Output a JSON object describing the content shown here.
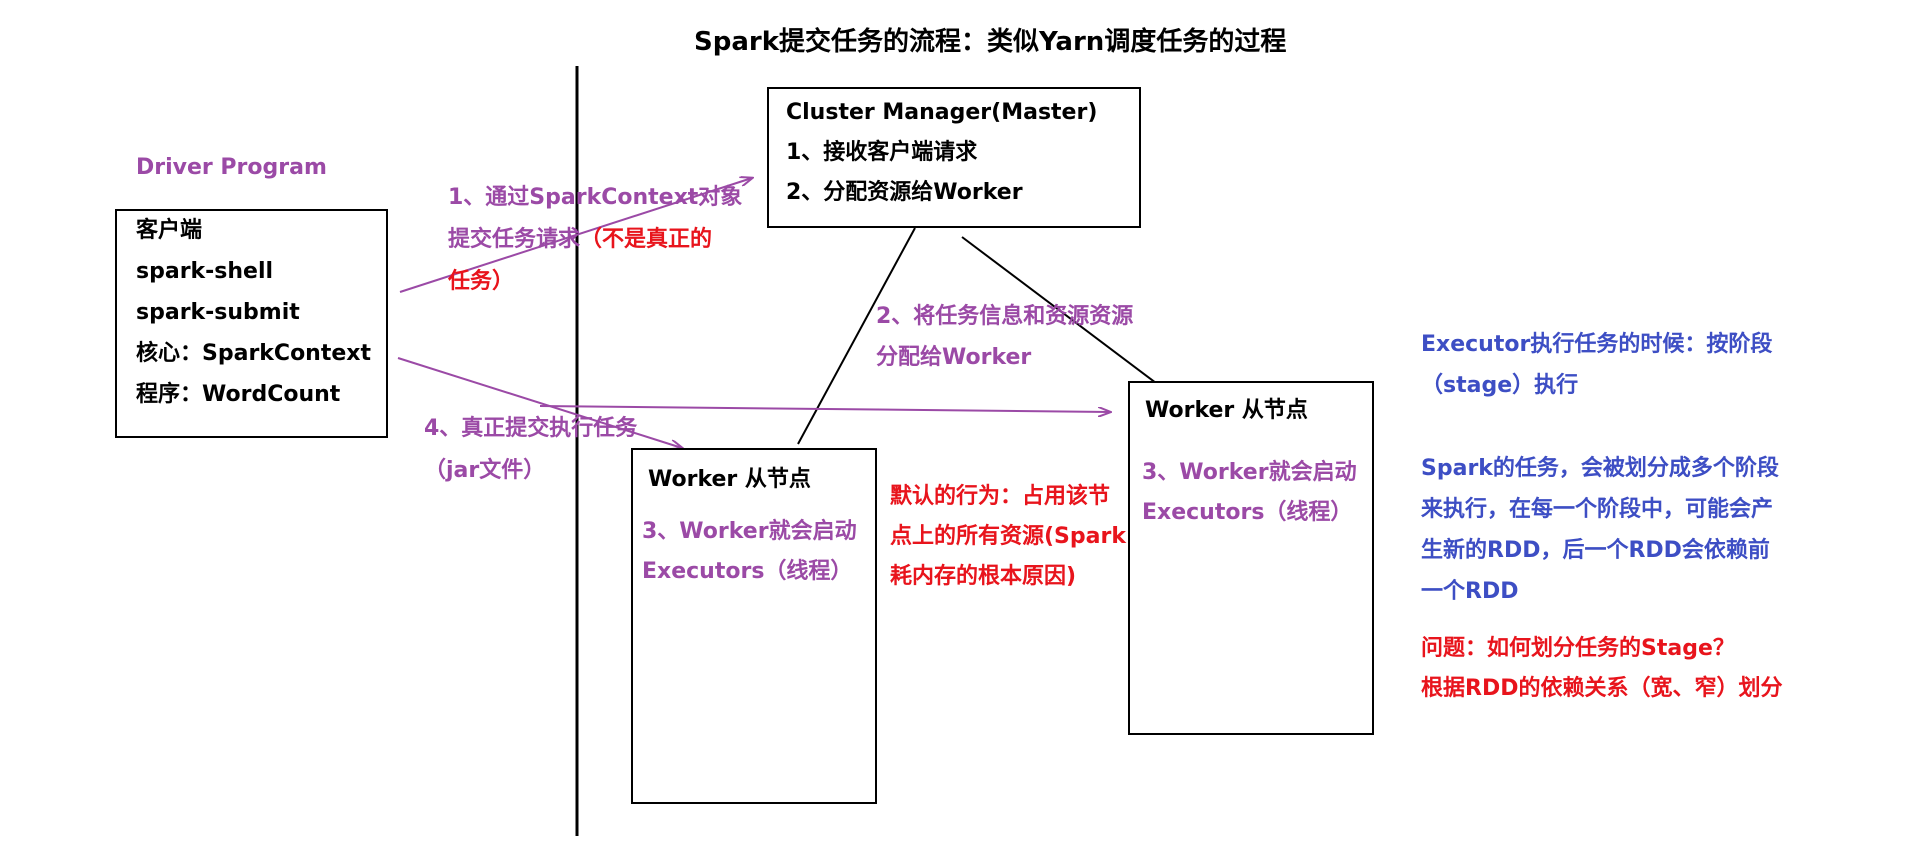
{
  "title": "Spark提交任务的流程：类似Yarn调度任务的过程",
  "driver": {
    "label": "Driver Program",
    "lines": [
      "客户端",
      "spark-shell",
      "spark-submit",
      "核心：SparkContext",
      "程序：WordCount"
    ]
  },
  "master": {
    "lines": [
      "Cluster Manager(Master)",
      "1、接收客户端请求",
      "2、分配资源给Worker"
    ]
  },
  "worker_left": {
    "title": "Worker 从节点",
    "desc": [
      "3、Worker就会启动",
      "Executors（线程）"
    ]
  },
  "worker_right": {
    "title": "Worker 从节点",
    "desc": [
      "3、Worker就会启动",
      "Executors（线程）"
    ]
  },
  "step1": {
    "line1": "1、通过SparkContext对象",
    "line2_purple": "提交任务请求",
    "line2_red": "（不是真正的",
    "line3_red": "任务）"
  },
  "step2": {
    "lines": [
      "2、将任务信息和资源资源",
      "分配给Worker"
    ]
  },
  "step4": {
    "lines": [
      "4、真正提交执行任务",
      "（jar文件）"
    ]
  },
  "default_note": {
    "lines": [
      "默认的行为：占用该节",
      "点上的所有资源(Spark",
      "耗内存的根本原因)"
    ]
  },
  "executor_note": {
    "lines": [
      "Executor执行任务的时候：按阶段",
      "（stage）执行"
    ]
  },
  "spark_note": {
    "lines": [
      "Spark的任务，会被划分成多个阶段",
      "来执行，在每一个阶段中，可能会产",
      "生新的RDD，后一个RDD会依赖前",
      "一个RDD"
    ]
  },
  "question": {
    "lines": [
      "问题：如何划分任务的Stage？",
      "根据RDD的依赖关系（宽、窄）划分"
    ]
  },
  "colors": {
    "purple": "#9b4aa6",
    "red": "#e8141c",
    "blue": "#3d4ec4",
    "black": "#000000"
  }
}
